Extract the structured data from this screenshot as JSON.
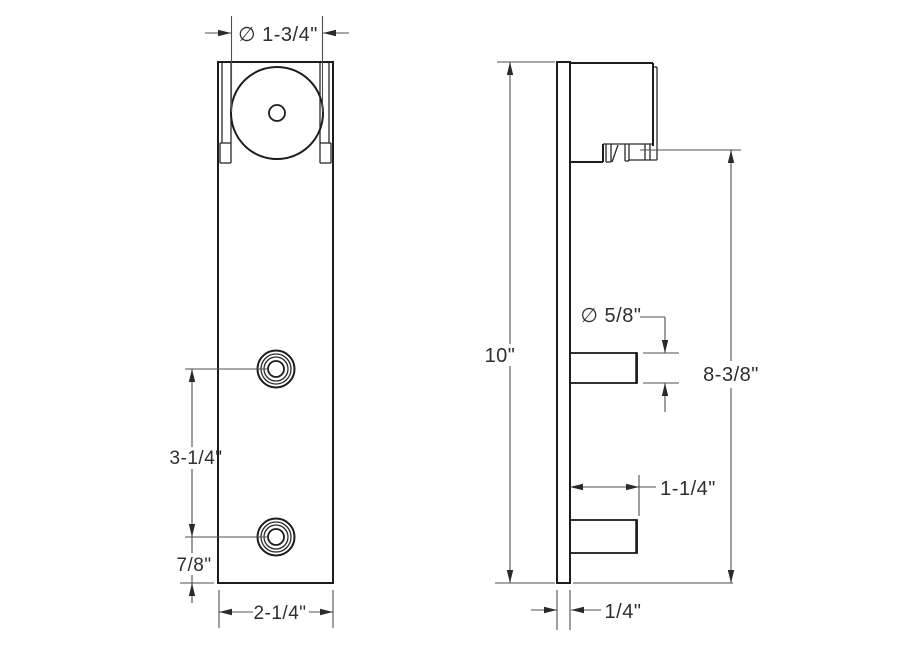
{
  "drawing": {
    "type": "technical-drawing",
    "part": "sliding-door-roller-bracket",
    "colors": {
      "background": "#ffffff",
      "object_line": "#1c1c1c",
      "dimension_line": "#4f4f4f",
      "text": "#2e2e2e"
    },
    "labels": {
      "roller_diameter": "∅ 1-3/4\"",
      "stud_spacing": "3-1/4\"",
      "bottom_offset": "7/8\"",
      "plate_width": "2-1/4\"",
      "overall_height": "10\"",
      "stud_diameter": "∅ 5/8\"",
      "roller_axle_to_bottom": "8-3/8\"",
      "stud_length": "1-1/4\"",
      "plate_thickness": "1/4\""
    }
  }
}
